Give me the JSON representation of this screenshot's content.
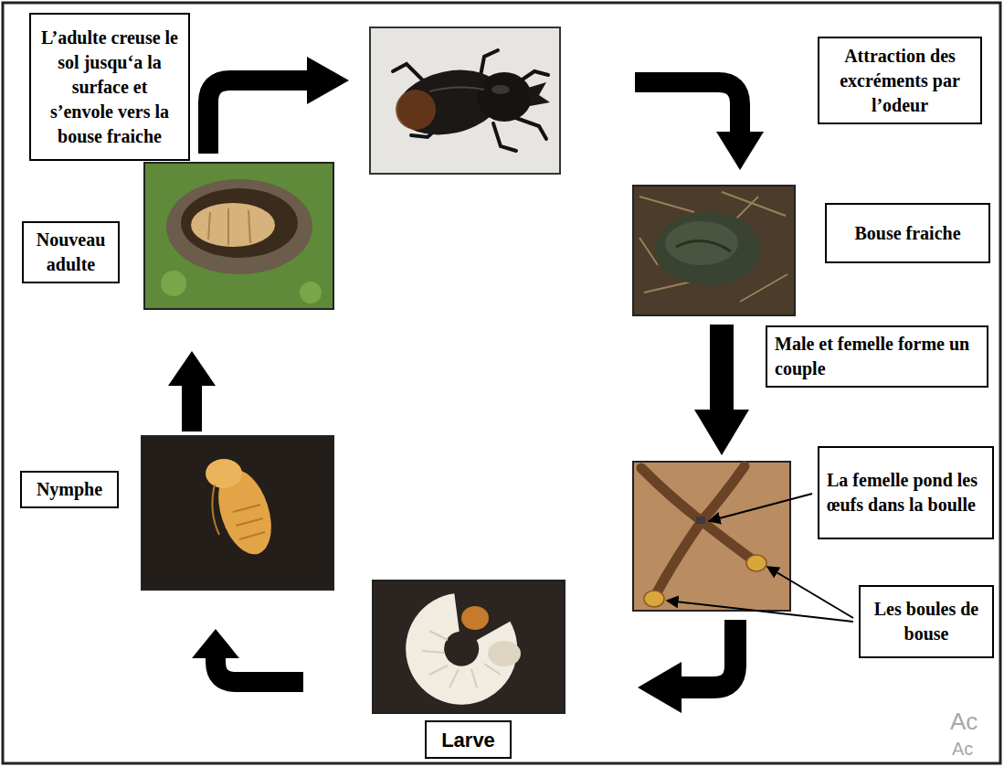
{
  "diagram": {
    "nodes": [
      {
        "text": [
          "L’adulte creuse le sol jusqu‘a la surface et s’envole vers la bouse fraiche"
        ]
      },
      {
        "text": [
          "Attraction des excréments par l’odeur"
        ]
      },
      {
        "text": [
          "Nouveau adulte"
        ]
      },
      {
        "text": [
          "Bouse fraiche"
        ]
      },
      {
        "text": [
          "Male et femelle forme un couple"
        ]
      },
      {
        "text": [
          "Nymphe"
        ]
      },
      {
        "text": [
          "La femelle pond les œufs dans la boulle"
        ]
      },
      {
        "text": [
          "Les boules de bouse"
        ]
      },
      {
        "text": [
          "Larve"
        ]
      }
    ],
    "labels": [
      "Ac",
      "Ac"
    ]
  }
}
